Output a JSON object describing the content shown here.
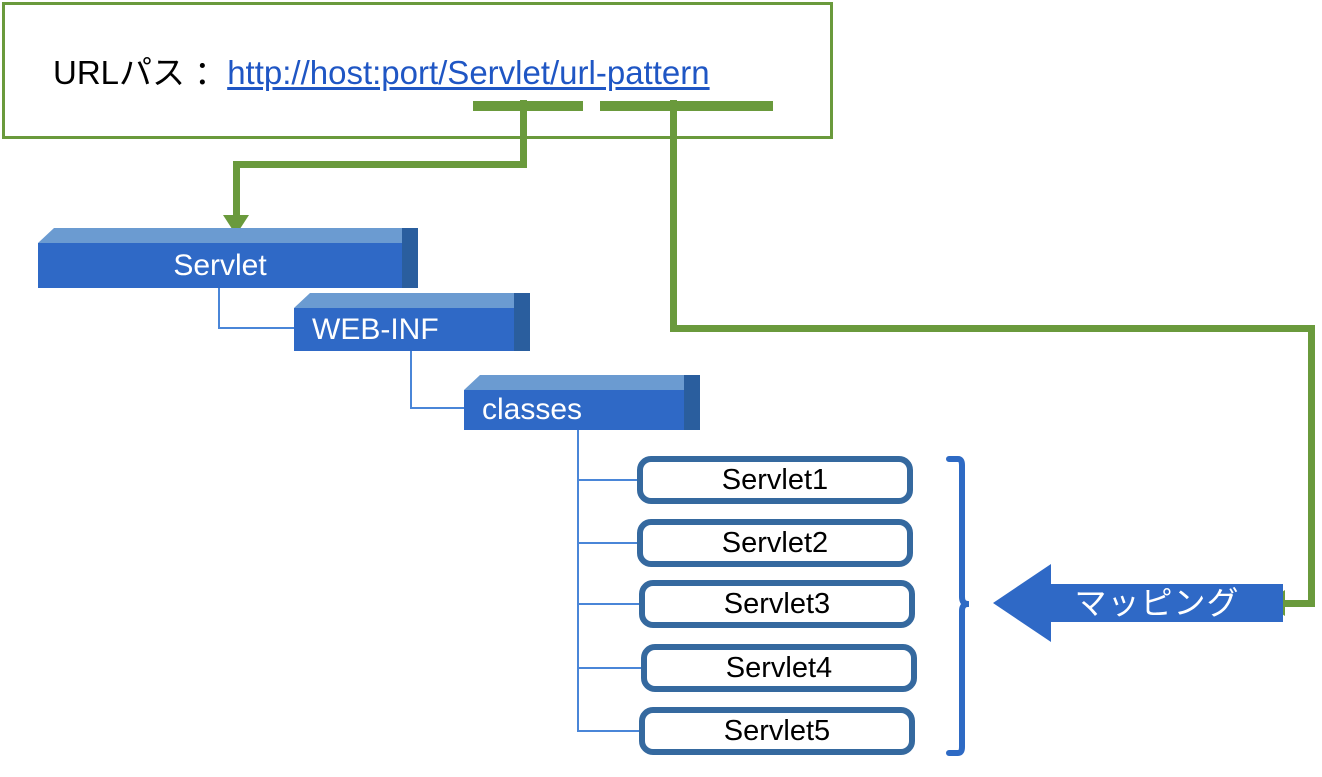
{
  "diagram": {
    "title_bar": {
      "label": "URLパス ：",
      "url": "http://host:port/Servlet/url-pattern",
      "highlight_segments": [
        "Servlet",
        "url-pattern"
      ]
    },
    "tree": {
      "nodes": [
        {
          "label": "Servlet"
        },
        {
          "label": "WEB-INF"
        },
        {
          "label": "classes"
        }
      ],
      "leaves": [
        {
          "label": "Servlet1"
        },
        {
          "label": "Servlet2"
        },
        {
          "label": "Servlet3"
        },
        {
          "label": "Servlet4"
        },
        {
          "label": "Servlet5"
        }
      ]
    },
    "mapping": {
      "label": "マッピング"
    },
    "colors": {
      "green": "#6A9A3C",
      "link_blue": "#1F56C4",
      "box_front": "#2F69C6",
      "box_top": "#6B9BD1",
      "box_side": "#2A5E9E",
      "leaf_border": "#35699F",
      "connector_blue": "#4A86D8",
      "bracket_blue": "#2E6AC4",
      "arrow_blue": "#2F69C6"
    }
  }
}
